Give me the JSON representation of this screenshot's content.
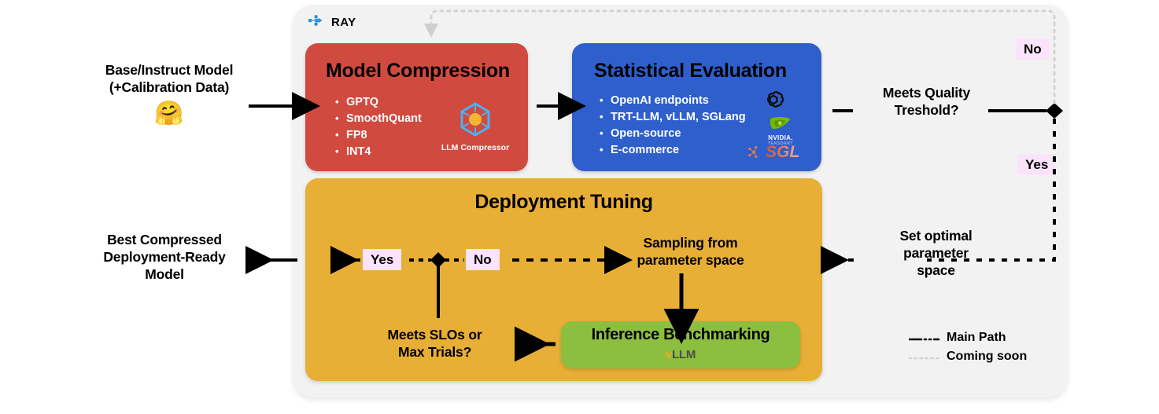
{
  "container": {
    "platform_label": "RAY",
    "platform_icon": "ray-logo-icon"
  },
  "input": {
    "label": "Base/Instruct Model\n(+Calibration Data)",
    "line1": "Base/Instruct Model",
    "line2": "(+Calibration Data)",
    "icon": "hugging-face-emoji",
    "emoji": "🤗"
  },
  "output": {
    "line1": "Best Compressed",
    "line2": "Deployment-Ready",
    "line3": "Model"
  },
  "stages": {
    "compression": {
      "title": "Model Compression",
      "color": "#d14a40",
      "bullets": [
        "GPTQ",
        "SmoothQuant",
        "FP8",
        "INT4"
      ],
      "logo": {
        "name": "llm-compressor-logo",
        "caption": "LLM Compressor"
      }
    },
    "evaluation": {
      "title": "Statistical Evaluation",
      "color": "#2f5fcc",
      "bullets": [
        "OpenAI endpoints",
        "TRT-LLM, vLLM, SGLang",
        "Open-source",
        "E-commerce"
      ],
      "logos": [
        {
          "name": "openai-logo",
          "caption": ""
        },
        {
          "name": "nvidia-tensorrt-logo",
          "word": "NVIDIA.",
          "sub": "TENSORRT"
        },
        {
          "name": "sglang-logo",
          "text": "SGL"
        }
      ]
    },
    "deployment": {
      "title": "Deployment Tuning",
      "color": "#e8af36",
      "sampling_label_line1": "Sampling from",
      "sampling_label_line2": "parameter space",
      "slo_label_line1": "Meets SLOs or",
      "slo_label_line2": "Max Trials?",
      "yes_chip": "Yes",
      "no_chip": "No"
    },
    "benchmark": {
      "title": "Inference Benchmarking",
      "color": "#8cbf3f",
      "logo_v": "v",
      "logo_text": "LLM"
    }
  },
  "decision": {
    "question_line1": "Meets Quality",
    "question_line2": "Treshold?",
    "no_chip": "No",
    "yes_chip": "Yes",
    "set_param_line1": "Set optimal",
    "set_param_line2": "parameter",
    "set_param_line3": "space"
  },
  "legend": {
    "main_path": "Main Path",
    "coming_soon": "Coming soon",
    "main_path_color": "#000000",
    "coming_soon_color": "#d3d3d3"
  },
  "colors": {
    "canvas": "#ffffff",
    "panel": "#f2f2f2",
    "chip": "#fbe4fb",
    "red": "#d14a40",
    "blue": "#2f5fcc",
    "orange": "#e8af36",
    "green": "#8cbf3f"
  }
}
